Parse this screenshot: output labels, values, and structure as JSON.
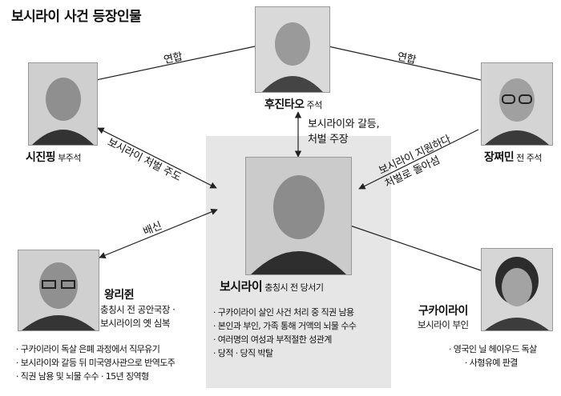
{
  "title": "보시라이 사건 등장인물",
  "people": {
    "hu": {
      "name": "후진타오",
      "sub": "주석"
    },
    "xi": {
      "name": "시진핑",
      "sub": "부주석"
    },
    "jiang": {
      "name": "장쩌민",
      "sub": "전 주석"
    },
    "bo": {
      "name": "보시라이",
      "sub": "충칭시 전 당서기",
      "notes": [
        "구카이라이 살인 사건 처리 중 직권 남용",
        "본인과 부인, 가족 통해 거액의 뇌물 수수",
        "여러명의 여성과 부적절한 성관계",
        "당적 · 당직 박탈"
      ]
    },
    "wang": {
      "name": "왕리쥔",
      "role": [
        "충칭시 전 공안국장 ·",
        "보시라이의 옛 심복"
      ],
      "notes": [
        "구카이라이 독살 은폐 과정에서 직무유기",
        "보시라이와 갈등 뒤 미국영사관으로 반역도주",
        "직권 남용 및 뇌물 수수 · 15년 징역형"
      ]
    },
    "gu": {
      "name": "구카이라이",
      "role": [
        "보시라이 부인"
      ],
      "notes": [
        "영국인 닐 헤이우드 독살",
        "사형유예 판결"
      ]
    }
  },
  "relations": {
    "xi_hu": "연합",
    "hu_jiang": "연합",
    "hu_bo": [
      "보시라이와 갈등,",
      "처벌 주장"
    ],
    "xi_bo": "보시라이 처벌 주도",
    "jiang_bo": [
      "보시라이 지원하다",
      "처벌로 돌아섬"
    ],
    "wang_bo": "배신"
  }
}
